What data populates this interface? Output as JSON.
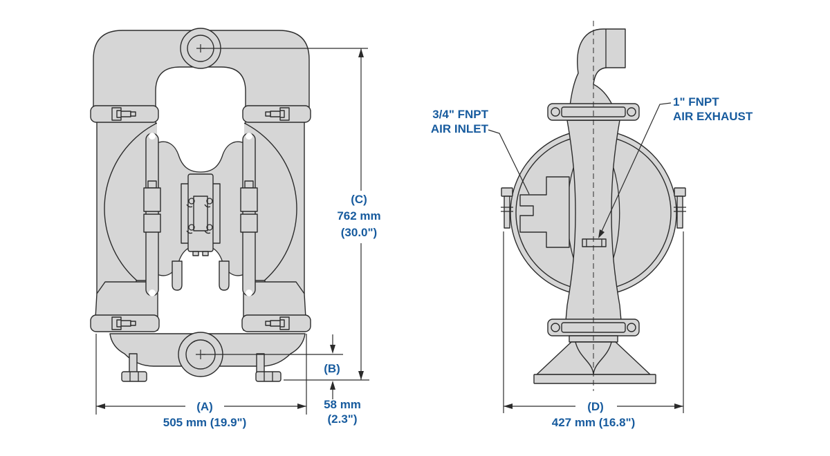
{
  "diagram": {
    "title": "diaphragm pump dimensional drawing",
    "colors": {
      "accent_blue": "#175b9e",
      "body_fill": "#d6d6d6",
      "line": "#2b2b2b",
      "background": "#ffffff"
    },
    "front_view": {
      "dim_a": {
        "letter": "(A)",
        "value": "505 mm (19.9\")"
      },
      "dim_b": {
        "letter": "(B)",
        "value_mm": "58 mm",
        "value_in": "(2.3\")"
      },
      "dim_c": {
        "letter": "(C)",
        "value_mm": "762 mm",
        "value_in": "(30.0\")"
      }
    },
    "side_view": {
      "dim_d": {
        "letter": "(D)",
        "value": "427 mm (16.8\")"
      },
      "air_inlet": {
        "line1": "3/4\" FNPT",
        "line2": "AIR INLET"
      },
      "air_exhaust": {
        "line1": "1\" FNPT",
        "line2": "AIR EXHAUST"
      }
    }
  }
}
